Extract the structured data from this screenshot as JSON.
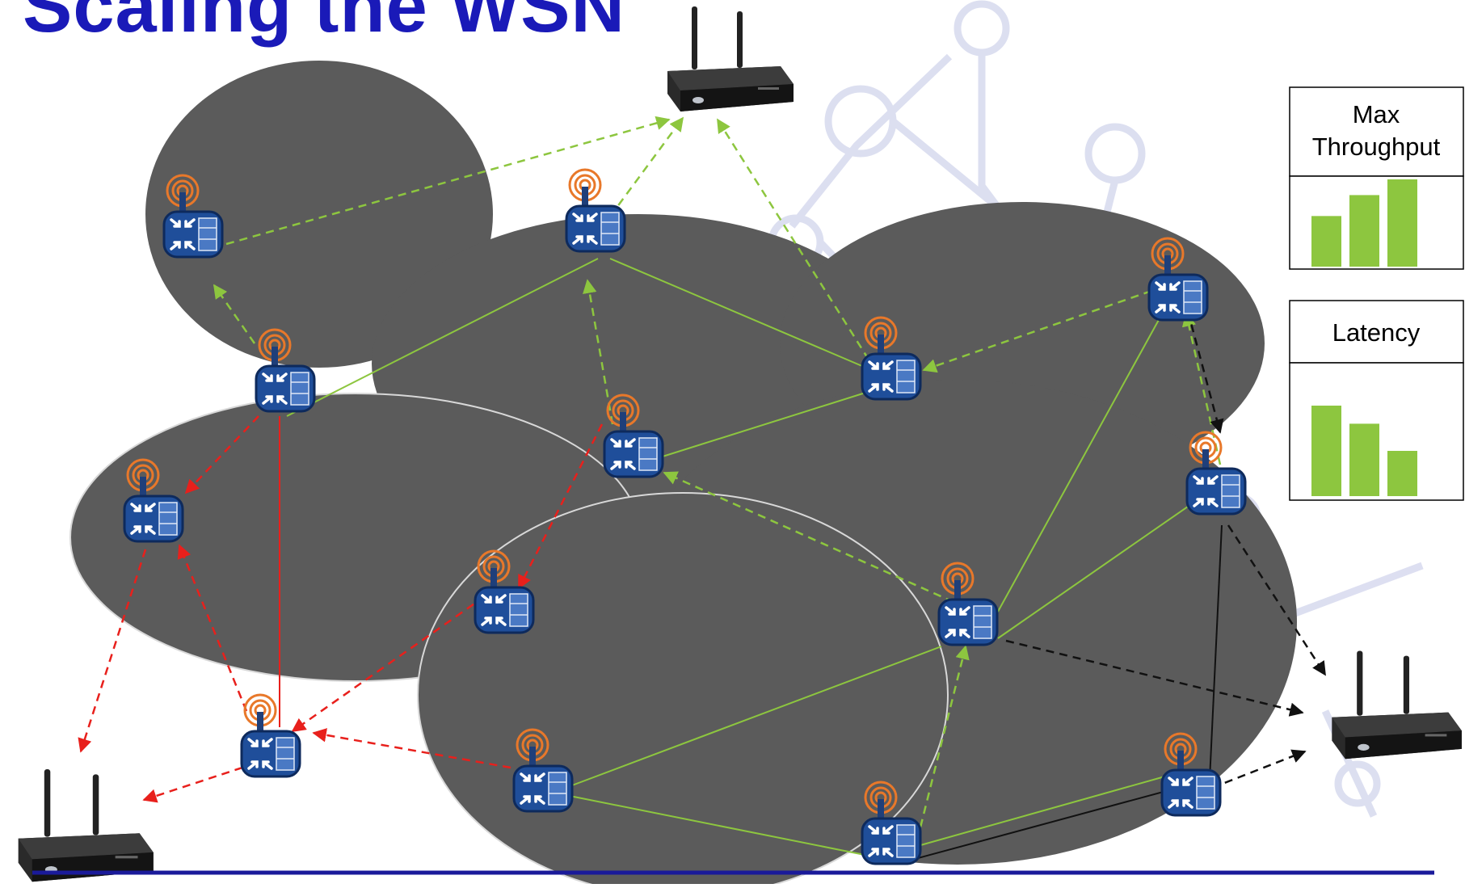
{
  "slide": {
    "title": "Scaling the WSN",
    "accent_color": "#1a1ab8",
    "underline_color": "#1a1a9a"
  },
  "legend": {
    "throughput": {
      "label_line1": "Max",
      "label_line2": "Throughput",
      "bar_levels": [
        0.58,
        0.82,
        1.0
      ]
    },
    "latency": {
      "label": "Latency",
      "bar_levels": [
        1.0,
        0.8,
        0.5
      ]
    },
    "bar_color": "#8dc63f"
  },
  "colors": {
    "cloud": "#5b5b5b",
    "cloud_outline": "#d8d8d8",
    "green_link": "#8dc63f",
    "red_link": "#e8201c",
    "black_link": "#111111",
    "node_body": "#1f4e9a",
    "antenna_rings": "#e8782a"
  },
  "icons": {
    "sensor_node": "wireless-sensor-node-icon",
    "gateway": "wireless-router-gateway-icon",
    "background": "circuit-network-watermark"
  }
}
